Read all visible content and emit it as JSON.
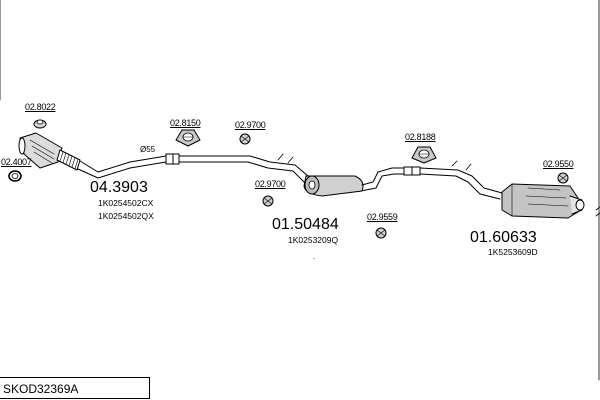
{
  "diagram": {
    "catalog_id": "SKOD32369A",
    "dot": ".",
    "groups": [
      {
        "code": "04.3903",
        "oem": [
          "1K0254502CX",
          "1K0254502QX"
        ]
      },
      {
        "code": "01.50484",
        "oem": [
          "1K0253209Q"
        ]
      },
      {
        "code": "01.60633",
        "oem": [
          "1K5253609D"
        ]
      }
    ],
    "parts": [
      {
        "number": "02.8022",
        "icon": "clamp-ring-icon"
      },
      {
        "number": "02.4007",
        "icon": "gasket-ring-icon"
      },
      {
        "number": "02.8150",
        "icon": "rubber-hanger-icon"
      },
      {
        "number": "02.9700",
        "icon": "rubber-mount-icon"
      },
      {
        "number": "02.9700",
        "icon": "rubber-mount-icon"
      },
      {
        "number": "02.8188",
        "icon": "rubber-hanger-icon"
      },
      {
        "number": "02.9559",
        "icon": "rubber-mount-icon"
      },
      {
        "number": "02.9550",
        "icon": "rubber-mount-icon"
      }
    ],
    "diameter_label": "Ø55"
  }
}
